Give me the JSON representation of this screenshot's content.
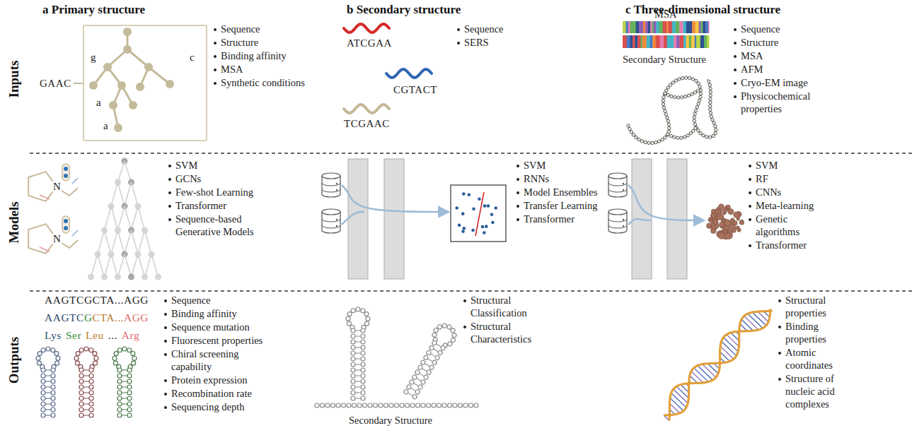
{
  "diagram": {
    "nodes": [
      {
        "text": [
          "g",
          "c",
          "a",
          "a"
        ]
      }
    ],
    "labels": [
      "Inputs",
      "Models",
      "Outputs",
      "a Primary structure",
      "b Secondary structure",
      "c Three-dimensional structure",
      "GAAC",
      "Sequence",
      "Structure",
      "Binding affinity",
      "MSA",
      "Synthetic conditions",
      "ATCGAA",
      "CGTACT",
      "TCGAAC",
      "Sequence",
      "SERS",
      "MSA",
      "Secondary Structure",
      "Sequence",
      "Structure",
      "MSA",
      "AFM",
      "Cryo-EM image",
      "Physicochemical properties",
      "N",
      "N",
      "SVM",
      "GCNs",
      "Few-shot Learning",
      "Transformer",
      "Sequence-based Generative Models",
      "SVM",
      "RNNs",
      "Model Ensembles",
      "Transfer Learning",
      "Transformer",
      "SVM",
      "RF",
      "CNNs",
      "Meta-learning",
      "Genetic algorithms",
      "Transformer",
      "AAGTCGCTA...AGG",
      "AAGTC",
      "G",
      "CTA...",
      "AGG",
      "Lys",
      "Ser",
      "Leu",
      "...",
      "Arg",
      "Sequence",
      "Binding affinity",
      "Sequence mutation",
      "Fluorescent properties",
      "Chiral screening capability",
      "Protein expression",
      "Recombination rate",
      "Sequencing depth",
      "Structural Classification",
      "Structural Characteristics",
      "Secondary Structure",
      "Structural properties",
      "Binding properties",
      "Atomic coordinates",
      "Structure of nucleic acid complexes"
    ]
  }
}
